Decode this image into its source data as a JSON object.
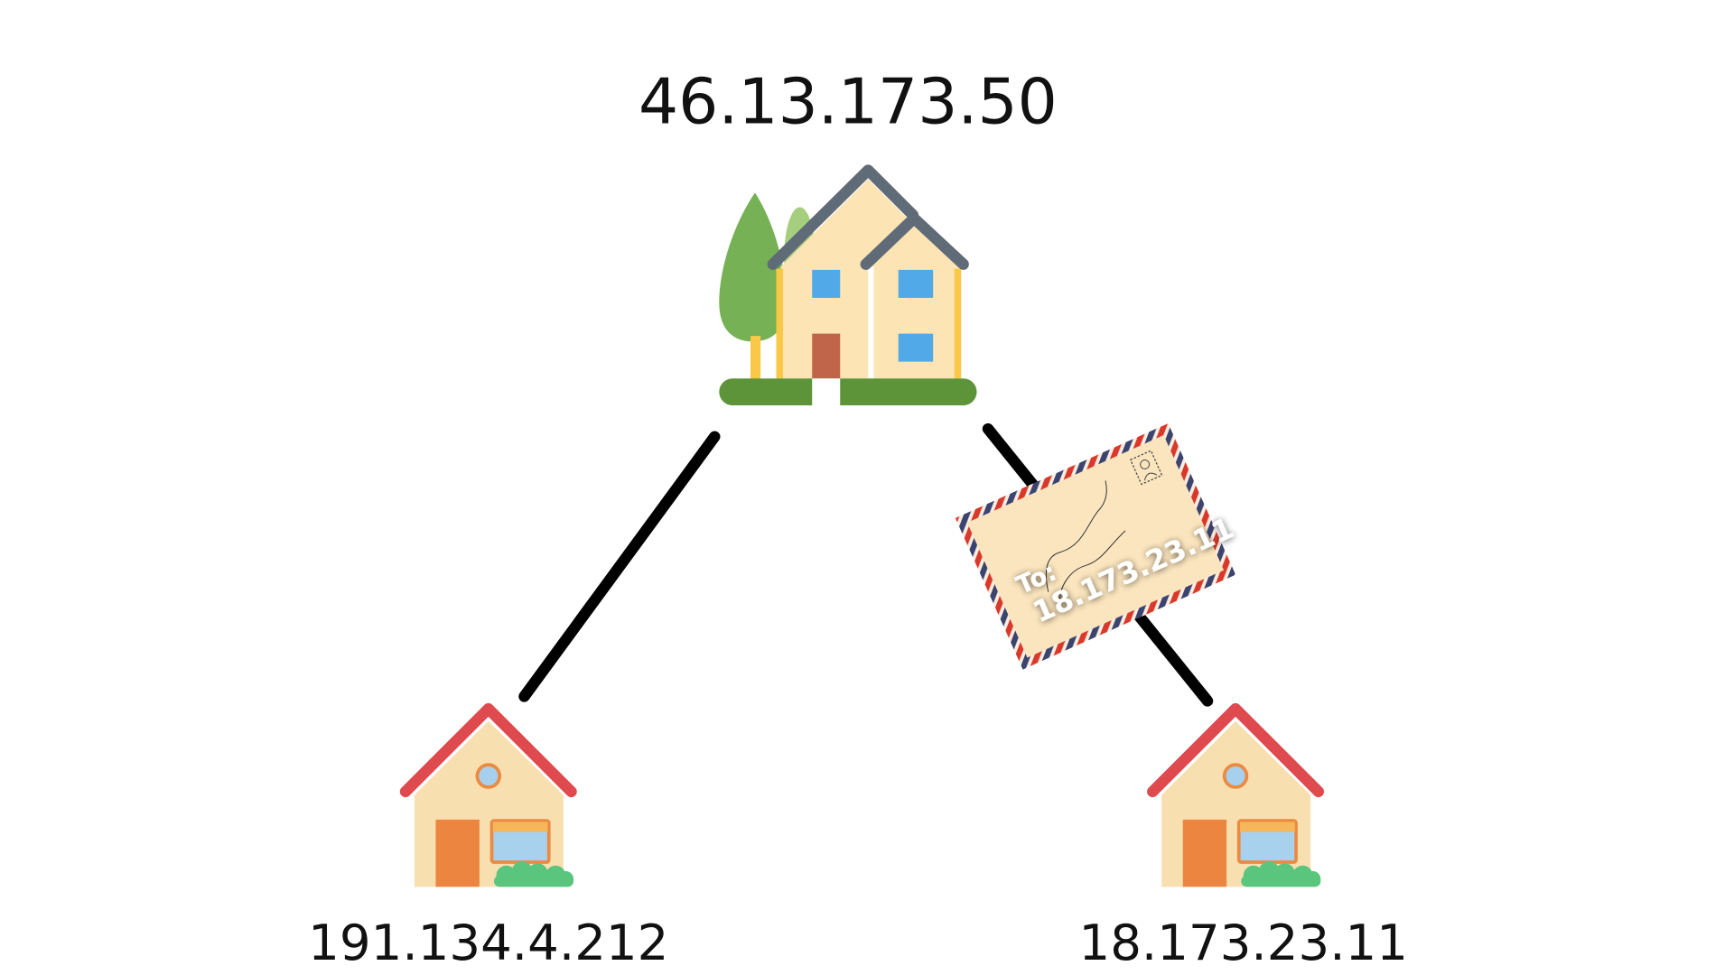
{
  "nodes": {
    "top": {
      "ip": "46.13.173.50"
    },
    "left": {
      "ip": "191.134.4.212"
    },
    "right": {
      "ip": "18.173.23.11"
    }
  },
  "envelope": {
    "to_label": "To:",
    "address": "18.173.23.11",
    "icon": "airmail-envelope-icon"
  },
  "colors": {
    "line": "#000000",
    "roof_big": "#5F6B76",
    "roof_small": "#DE4A4E",
    "wall": "#FCE4B4",
    "envelope_stripe_red": "#D9392B",
    "envelope_stripe_blue": "#3B4470"
  }
}
